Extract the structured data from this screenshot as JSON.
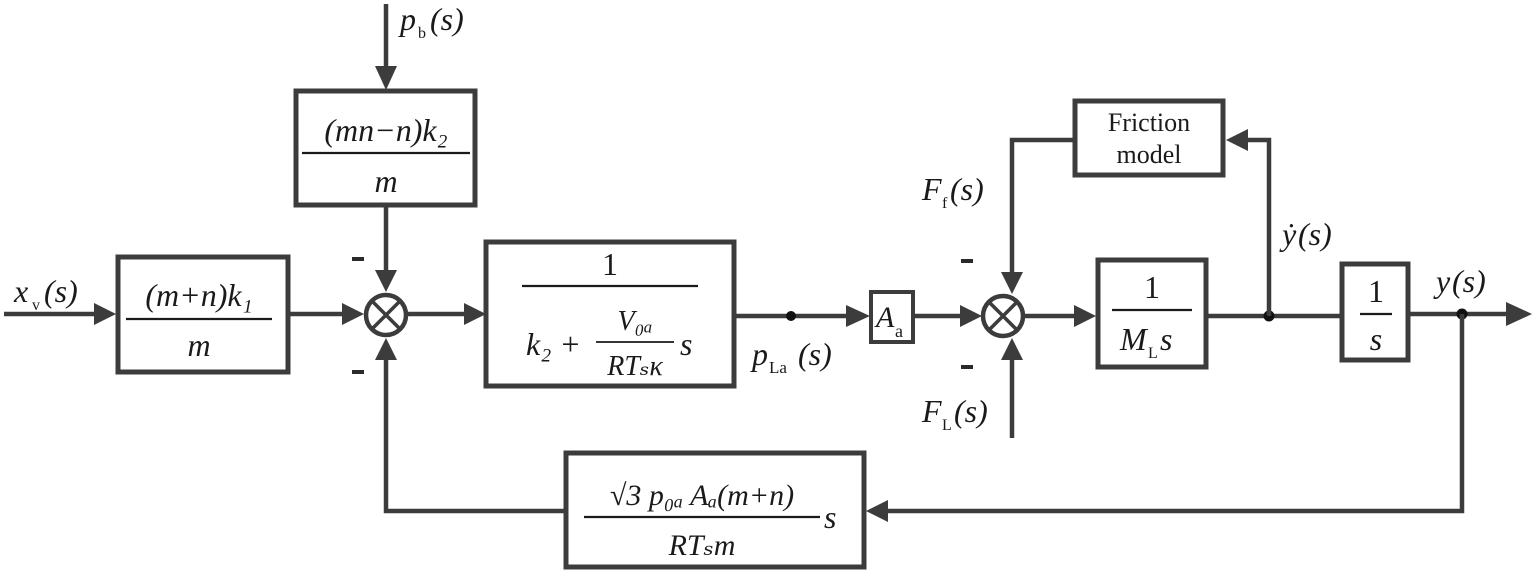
{
  "diagram": {
    "type": "control-block-diagram",
    "signals": {
      "input": "x_v(s)",
      "disturbance_pressure": "p_b(s)",
      "load_pressure": "p_La(s)",
      "friction_force": "F_f(s)",
      "load_force": "F_L(s)",
      "velocity": "ẏ(s)",
      "output": "y(s)"
    },
    "labels": {
      "xv": {
        "main": "x",
        "sub": "v",
        "tail": "(s)"
      },
      "pb": {
        "main": "p",
        "sub": "b",
        "tail": "(s)"
      },
      "pla": {
        "main": "p",
        "sub": "La",
        "tail": "(s)"
      },
      "ff": {
        "main": "F",
        "sub": "f",
        "tail": "(s)"
      },
      "fl": {
        "main": "F",
        "sub": "L",
        "tail": "(s)"
      },
      "ydot": {
        "main": "ẏ",
        "tail": "(s)"
      },
      "y": {
        "main": "y",
        "tail": "(s)"
      }
    },
    "blocks": {
      "input_gain": {
        "num": "(m+n)k₁",
        "den": "m"
      },
      "pb_gain": {
        "num": "(mn−n)k₂",
        "den": "m"
      },
      "pressure_dynamics": {
        "num": "1",
        "den_prefix": "k₂ +",
        "inner_num": "V₀ₐ",
        "inner_den": "RTₛκ",
        "den_suffix": "s"
      },
      "area": {
        "text": "A",
        "sub": "a"
      },
      "mass": {
        "num": "1",
        "den": "M",
        "den_sub": "L",
        "den_tail": "s"
      },
      "integrator": {
        "num": "1",
        "den": "s"
      },
      "friction": {
        "line1": "Friction",
        "line2": "model"
      },
      "feedback": {
        "num": "√3 p₀ₐ Aₐ(m+n)",
        "den": "RTₛm",
        "suffix": "s"
      }
    },
    "summing_junctions": [
      {
        "id": "sum1",
        "signs": {
          "top": "-",
          "bottom": "-"
        },
        "symbol": "⊗"
      },
      {
        "id": "sum2",
        "signs": {
          "top": "-",
          "bottom": "-"
        },
        "symbol": "⊗"
      }
    ]
  }
}
